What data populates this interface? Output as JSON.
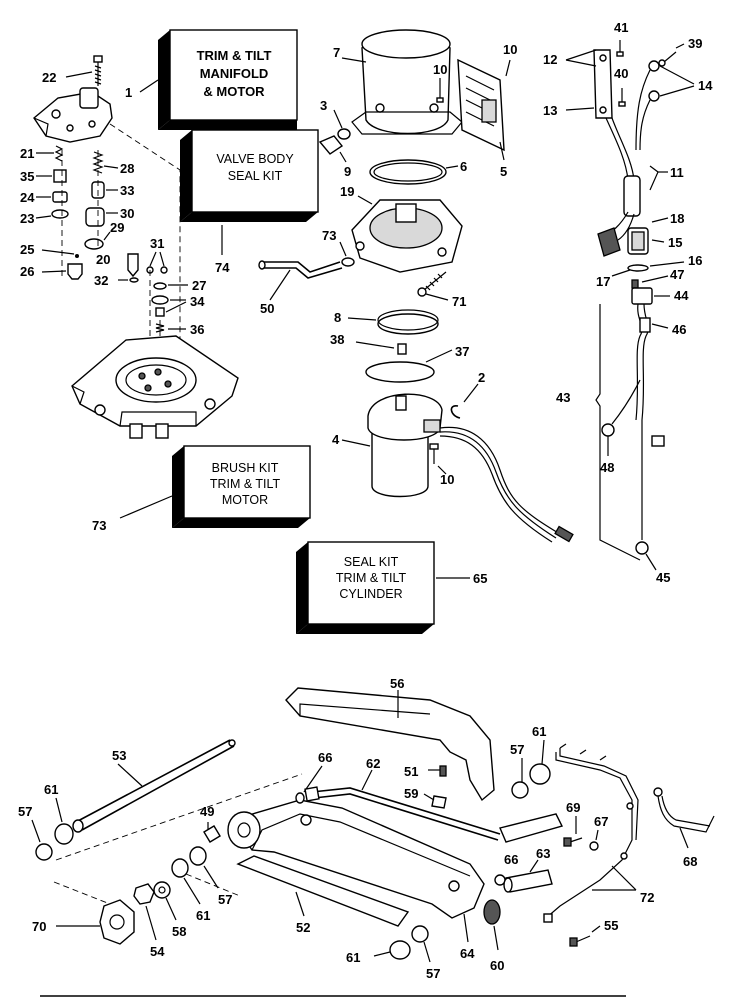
{
  "kits": {
    "manifold": [
      "TRIM & TILT",
      "MANIFOLD",
      "& MOTOR"
    ],
    "valve": [
      "VALVE BODY",
      "SEAL KIT"
    ],
    "brush": [
      "BRUSH KIT",
      "TRIM & TILT",
      "MOTOR"
    ],
    "seal": [
      "SEAL KIT",
      "TRIM & TILT",
      "CYLINDER"
    ]
  },
  "labels": {
    "l1": "1",
    "l2": "2",
    "l3": "3",
    "l4": "4",
    "l5": "5",
    "l6": "6",
    "l7": "7",
    "l8": "8",
    "l9": "9",
    "l10a": "10",
    "l10b": "10",
    "l10c": "10",
    "l11": "11",
    "l12": "12",
    "l13": "13",
    "l14": "14",
    "l15": "15",
    "l16": "16",
    "l17": "17",
    "l18": "18",
    "l19": "19",
    "l20": "20",
    "l21": "21",
    "l22": "22",
    "l23": "23",
    "l24": "24",
    "l25": "25",
    "l26": "26",
    "l27": "27",
    "l28": "28",
    "l29": "29",
    "l30": "30",
    "l31": "31",
    "l32": "32",
    "l33": "33",
    "l34": "34",
    "l35": "35",
    "l36": "36",
    "l37": "37",
    "l38": "38",
    "l39": "39",
    "l40": "40",
    "l41": "41",
    "l43": "43",
    "l44": "44",
    "l45": "45",
    "l46": "46",
    "l47": "47",
    "l48": "48",
    "l49": "49",
    "l50": "50",
    "l51": "51",
    "l52": "52",
    "l53": "53",
    "l54": "54",
    "l55": "55",
    "l56": "56",
    "l57a": "57",
    "l57b": "57",
    "l57c": "57",
    "l57d": "57",
    "l58": "58",
    "l59": "59",
    "l60": "60",
    "l61a": "61",
    "l61b": "61",
    "l61c": "61",
    "l61d": "61",
    "l62": "62",
    "l63": "63",
    "l64": "64",
    "l65": "65",
    "l66a": "66",
    "l66b": "66",
    "l67": "67",
    "l68": "68",
    "l69": "69",
    "l70": "70",
    "l71": "71",
    "l72": "72",
    "l73a": "73",
    "l73b": "73",
    "l74": "74"
  }
}
